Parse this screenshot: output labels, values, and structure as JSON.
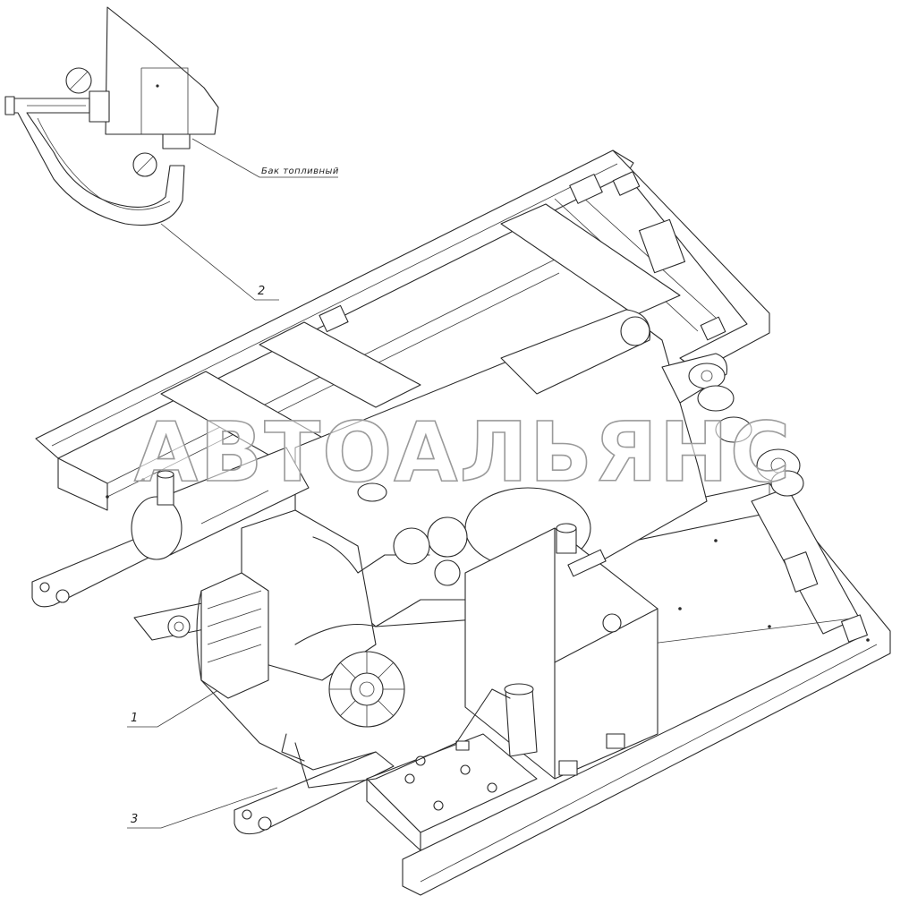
{
  "callouts": {
    "fuel_tank": "Бак топливный",
    "item_1": "1",
    "item_2": "2",
    "item_3": "3"
  },
  "watermark": "АВТОАЛЬЯНС"
}
